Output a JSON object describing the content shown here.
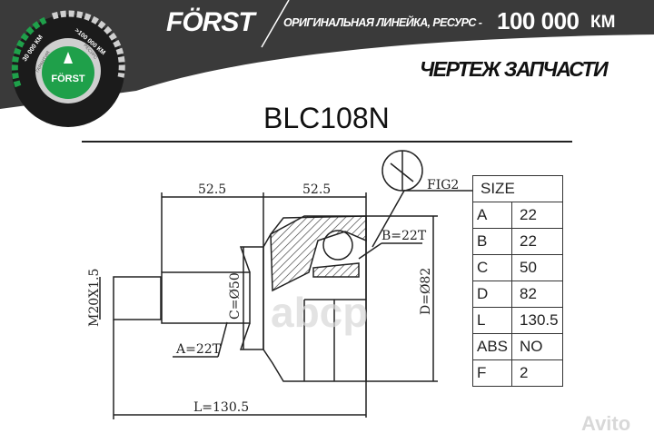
{
  "header": {
    "brand": "FÖRST",
    "tagline": "ОРИГИНАЛЬНАЯ ЛИНЕЙКА, РЕСУРС -",
    "resource": "100 000",
    "resource_unit": "КМ",
    "subtitle": "ЧЕРТЕЖ ЗАПЧАСТИ"
  },
  "logo": {
    "brand": "FÖRST",
    "warranty": "30 000 КМ",
    "warranty_label": "ГАРАНТИЯ",
    "resource": ">100 000 КМ",
    "resource_label": "РЕСУРС"
  },
  "part_number": "BLC108N",
  "drawing": {
    "dim_left": "52.5",
    "dim_right": "52.5",
    "fig": "FIG2",
    "b_spline": "B=22T",
    "a_spline": "A=22T",
    "thread": "M20X1.5",
    "c_diameter": "C=Ø50",
    "d_diameter": "D=Ø82",
    "length": "L=130.5"
  },
  "size_table": {
    "header": "SIZE",
    "rows": [
      {
        "key": "A",
        "value": "22"
      },
      {
        "key": "B",
        "value": "22"
      },
      {
        "key": "C",
        "value": "50"
      },
      {
        "key": "D",
        "value": "82"
      },
      {
        "key": "L",
        "value": "130.5"
      },
      {
        "key": "ABS",
        "value": "NO"
      },
      {
        "key": "F",
        "value": "2"
      }
    ]
  },
  "watermarks": {
    "center": "abcp",
    "corner": "Avito"
  },
  "colors": {
    "header_dark": "#3a3a3a",
    "brand_green": "#1fa04a"
  }
}
